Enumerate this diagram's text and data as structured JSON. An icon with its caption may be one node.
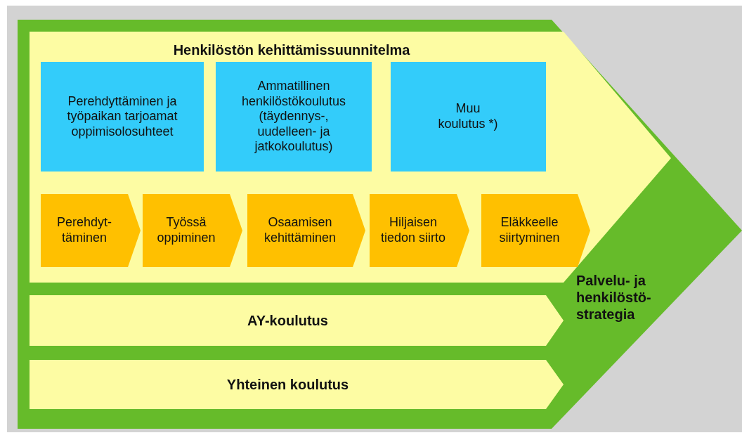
{
  "diagram": {
    "nodes": [
      {
        "text": [
          "Palvelu- ja henkilöstö- strategia"
        ]
      },
      {
        "text": [
          "Henkilöstön kehittämissuunnitelma"
        ],
        "in": 0
      },
      {
        "text": [
          "Perehdyttäminen ja työpaikan tarjoamat oppimisolosuhteet"
        ],
        "in": 1
      },
      {
        "text": [
          "Ammatillinen henkilöstökoulutus (täydennys-, uudelleen- ja jatkokoulutus)"
        ],
        "in": 1
      },
      {
        "text": [
          "Muu koulutus *)"
        ],
        "in": 1
      },
      {
        "text": [
          "Perehdyt- täminen"
        ],
        "in": 1
      },
      {
        "text": [
          "Työssä oppiminen"
        ],
        "in": 1
      },
      {
        "text": [
          "Osaamisen kehittäminen"
        ],
        "in": 1
      },
      {
        "text": [
          "Hiljaisen tiedon siirto"
        ],
        "in": 1
      },
      {
        "text": [
          "Eläkkeelle siirtyminen"
        ],
        "in": 1
      },
      {
        "text": [
          "AY-koulutus"
        ],
        "in": 0
      },
      {
        "text": [
          "Yhteinen koulutus"
        ],
        "in": 0
      }
    ]
  }
}
